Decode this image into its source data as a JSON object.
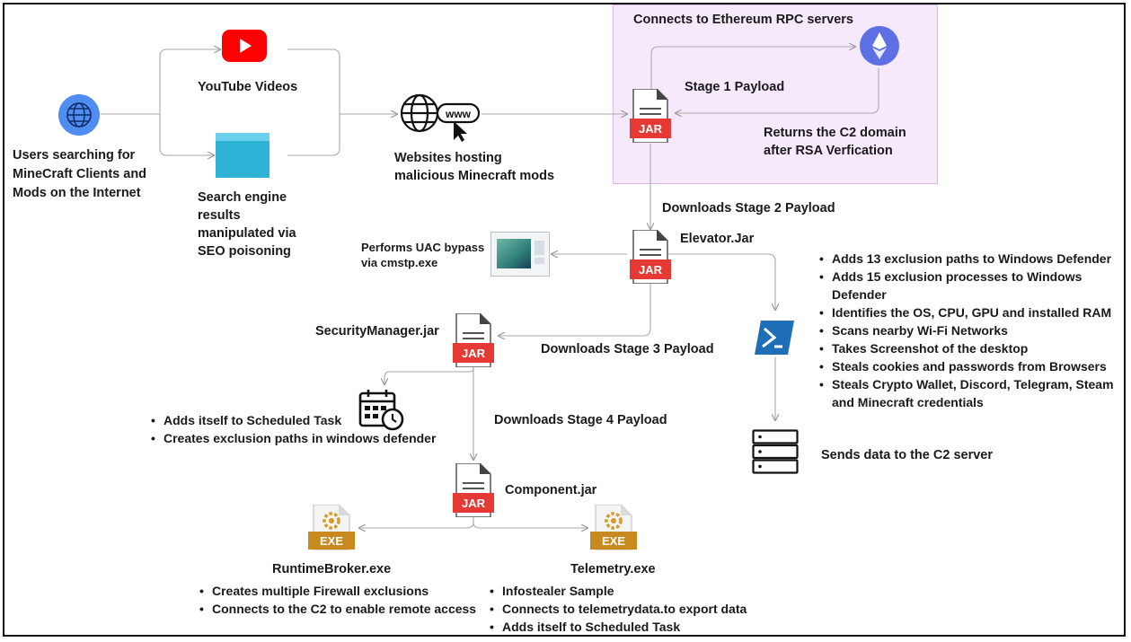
{
  "users": {
    "line1": "Users searching for",
    "line2": "MineCraft Clients and",
    "line3": "Mods on the Internet"
  },
  "youtube_label": "YouTube Videos",
  "search": {
    "line1": "Search engine",
    "line2": "results",
    "line3": "manipulated via",
    "line4": "SEO poisoning"
  },
  "websites": {
    "line1": "Websites hosting",
    "line2": "malicious Minecraft mods",
    "badge": "www"
  },
  "stage1": {
    "connects_label": "Connects to Ethereum RPC servers",
    "payload_label": "Stage 1 Payload",
    "returns_line1": "Returns the C2 domain",
    "returns_line2": "after RSA Verfication"
  },
  "jar_label": "JAR",
  "exe_label": "EXE",
  "downloads_stage2": "Downloads Stage 2 Payload",
  "elevator": {
    "name": "Elevator.Jar",
    "uac_line1": "Performs UAC bypass",
    "uac_line2": "via cmstp.exe"
  },
  "powershell_actions": [
    "Adds 13 exclusion paths to Windows Defender",
    "Adds 15 exclusion processes to Windows Defender",
    "Identifies the OS, CPU, GPU and installed RAM",
    "Scans nearby Wi-Fi Networks",
    "Takes Screenshot of the desktop",
    "Steals cookies and passwords from Browsers",
    "Steals Crypto Wallet, Discord, Telegram, Steam and Minecraft credentials"
  ],
  "sends_data": "Sends data to the C2 server",
  "security_manager": {
    "name": "SecurityManager.jar",
    "downloads_stage3": "Downloads Stage 3 Payload",
    "actions": [
      "Adds itself to Scheduled Task",
      "Creates exclusion paths in windows defender"
    ]
  },
  "downloads_stage4": "Downloads Stage 4 Payload",
  "component": {
    "name": "Component.jar"
  },
  "runtime_broker": {
    "name": "RuntimeBroker.exe",
    "actions": [
      "Creates multiple Firewall exclusions",
      "Connects to the C2 to enable remote access"
    ]
  },
  "telemetry": {
    "name": "Telemetry.exe",
    "actions": [
      "Infostealer Sample",
      "Connects to telemetrydata.to export data",
      "Adds itself to Scheduled Task"
    ]
  },
  "colors": {
    "stage1_bg": "#f6e9fb",
    "youtube_red": "#ff0000",
    "jar_red": "#e53935",
    "exe_gold": "#c88a1f",
    "globe_blue": "#4f8ef0",
    "ethereum_blue": "#5d6fe4",
    "powershell_blue": "#1e6fb8",
    "browser_teal": "#2eb3d6"
  }
}
